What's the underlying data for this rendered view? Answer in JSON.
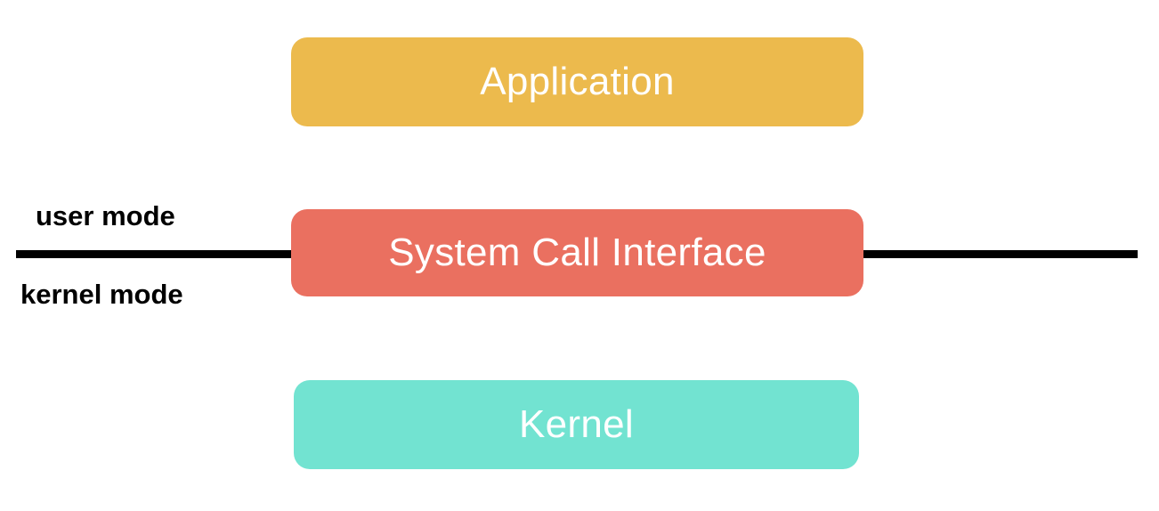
{
  "diagram": {
    "layers": {
      "application": {
        "label": "Application",
        "color": "#ecba4d"
      },
      "system_call_interface": {
        "label": "System Call Interface",
        "color": "#ea7060"
      },
      "kernel": {
        "label": "Kernel",
        "color": "#72e3d1"
      }
    },
    "boundary": {
      "above_label": "user mode",
      "below_label": "kernel mode",
      "color": "#000000"
    }
  }
}
